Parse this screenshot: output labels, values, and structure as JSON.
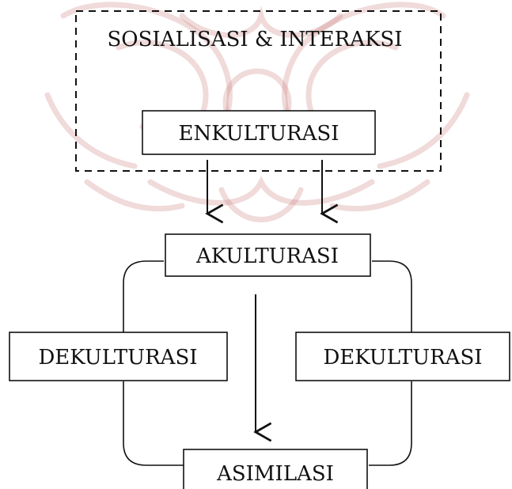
{
  "diagram": {
    "group_label": "SOSIALISASI & INTERAKSI",
    "enkulturasi": "ENKULTURASI",
    "akulturasi": "AKULTURASI",
    "dekulturasi_left": "DEKULTURASI",
    "dekulturasi_right": "DEKULTURASI",
    "asimilasi": "ASIMILASI"
  },
  "colors": {
    "watermark": "#c97a7a",
    "stroke": "#111111",
    "background": "#ffffff"
  }
}
